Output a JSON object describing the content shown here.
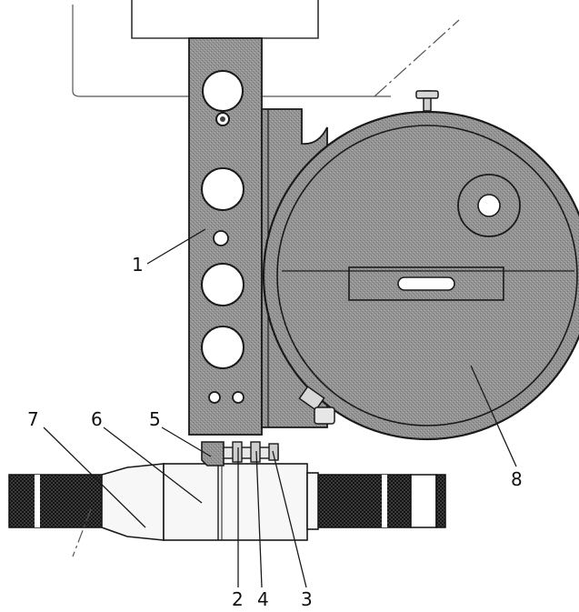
{
  "colors": {
    "body": "#8f8f8f",
    "body_light": "#bdbdbd",
    "outline": "#1a1a1a",
    "background": "#ffffff",
    "roller": "#2a2a2a",
    "cylinder": "#f7f7f7"
  },
  "labels": {
    "l1": "1",
    "l2": "2",
    "l3": "3",
    "l4": "4",
    "l5": "5",
    "l6": "6",
    "l7": "7",
    "l8": "8"
  }
}
